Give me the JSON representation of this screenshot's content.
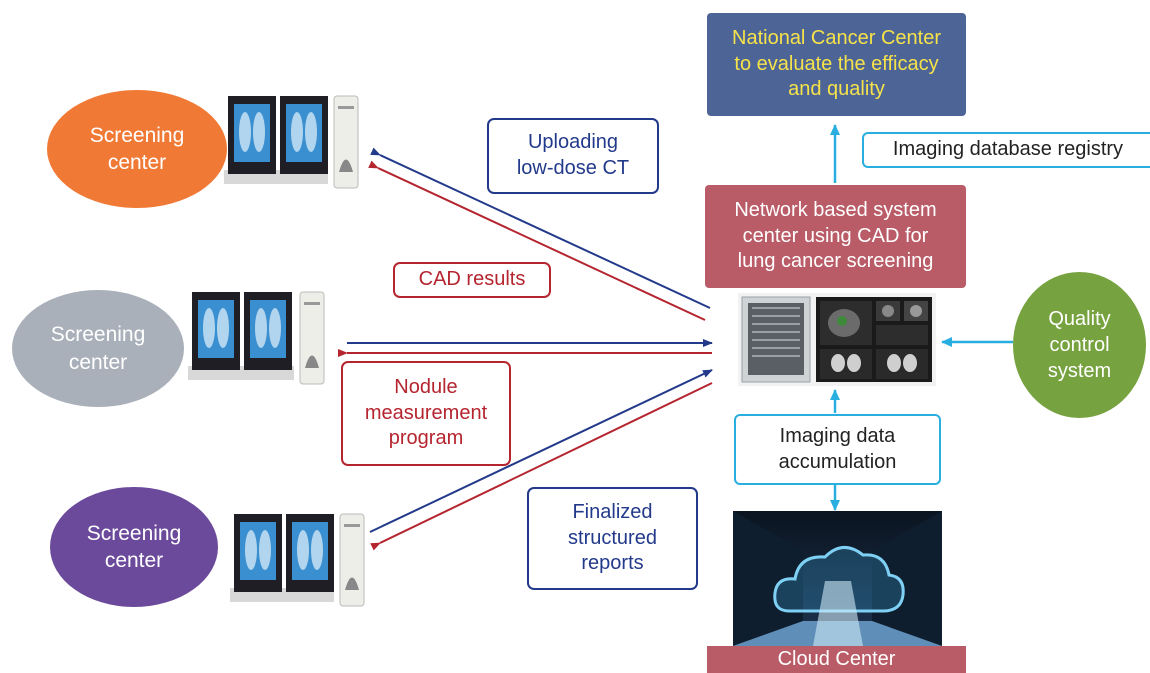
{
  "nodes": {
    "screening_top": "Screening\ncenter",
    "screening_mid": "Screening\ncenter",
    "screening_bottom": "Screening\ncenter",
    "national": "National Cancer Center\nto evaluate the efficacy\nand quality",
    "network": "Network based system\ncenter using CAD for\nlung cancer screening",
    "quality": "Quality\ncontrol\nsystem",
    "cloud": "Cloud Center"
  },
  "labels": {
    "uploading": "Uploading\nlow-dose CT",
    "cad_results": "CAD results",
    "nodule": "Nodule\nmeasurement\nprogram",
    "finalized": "Finalized\nstructured\nreports",
    "registry": "Imaging database registry",
    "accumulation": "Imaging data\naccumulation"
  },
  "colors": {
    "orange": "#f07a35",
    "gray": "#a9b0b9",
    "purple": "#6b4a9b",
    "green": "#76a23f",
    "navy": "#4c6596",
    "rose": "#b95c67",
    "blue_line": "#233a8b",
    "red_line": "#b5252f",
    "cyan_line": "#29aee0",
    "yellow_text": "#f6e24a"
  }
}
